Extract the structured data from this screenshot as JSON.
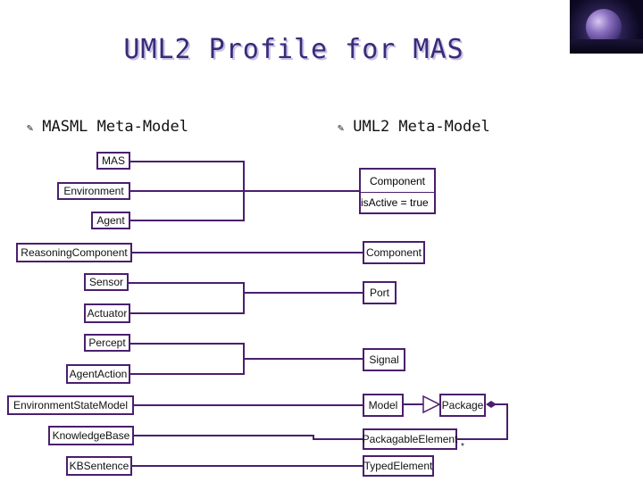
{
  "title": "UML2 Profile for MAS",
  "left_heading": "MASML Meta-Model",
  "right_heading": "UML2 Meta-Model",
  "left_boxes": {
    "mas": "MAS",
    "environment": "Environment",
    "agent": "Agent",
    "reasoning_component": "ReasoningComponent",
    "sensor": "Sensor",
    "actuator": "Actuator",
    "percept": "Percept",
    "agent_action": "AgentAction",
    "environment_state_model": "EnvironmentStateModel",
    "knowledge_base": "KnowledgeBase",
    "kb_sentence": "KBSentence"
  },
  "right_boxes": {
    "component_class_name": "Component",
    "component_class_attr": "isActive = true",
    "component": "Component",
    "port": "Port",
    "signal": "Signal",
    "model": "Model",
    "package": "Package",
    "packagable_element": "PackagableElement",
    "typed_element": "TypedElement"
  },
  "multiplicity": "*",
  "colors": {
    "title": "#3a2a7a",
    "connector": "#4a1f6e"
  }
}
